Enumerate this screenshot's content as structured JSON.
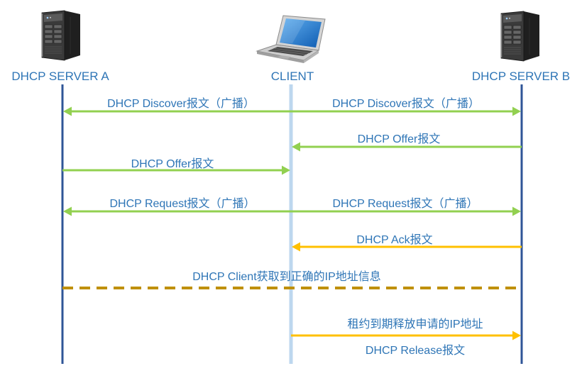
{
  "diagram": {
    "participants": {
      "server_a": {
        "label": "DHCP SERVER A",
        "icon": "server-icon"
      },
      "client": {
        "label": "CLIENT",
        "icon": "laptop-icon"
      },
      "server_b": {
        "label": "DHCP SERVER B",
        "icon": "server-icon"
      }
    },
    "messages": {
      "discover": {
        "label_left": "DHCP Discover报文（广播）",
        "label_right": "DHCP Discover报文（广播）"
      },
      "offer_from_b": {
        "label": "DHCP Offer报文"
      },
      "offer_from_a": {
        "label": "DHCP Offer报文"
      },
      "request": {
        "label_left": "DHCP Request报文（广播）",
        "label_right": "DHCP Request报文（广播）"
      },
      "ack": {
        "label": "DHCP Ack报文"
      },
      "ip_obtained": {
        "label": "DHCP Client获取到正确的IP地址信息"
      },
      "release": {
        "label_above": "租约到期释放申请的IP地址",
        "label_below": "DHCP Release报文"
      }
    }
  },
  "colors": {
    "text": "#2e75b6",
    "server_lifeline": "#2f5597",
    "client_lifeline": "#bdd7ee",
    "broadcast_arrow": "#92d050",
    "ack_arrow": "#ffc000",
    "dashed_line": "#bf9000"
  }
}
